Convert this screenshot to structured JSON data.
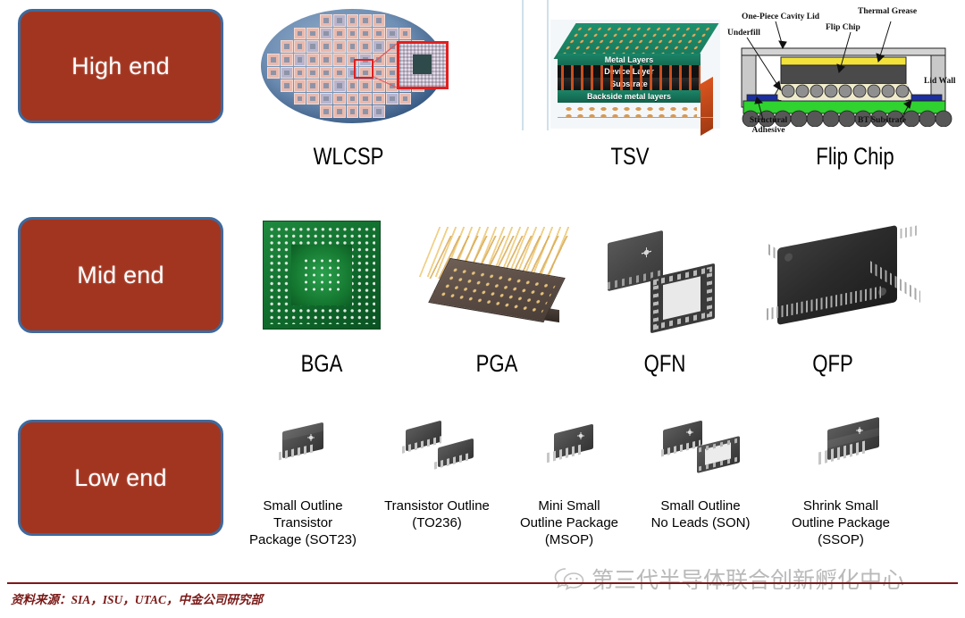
{
  "tiers": [
    {
      "label": "High end"
    },
    {
      "label": "Mid end"
    },
    {
      "label": "Low end"
    }
  ],
  "colors": {
    "tier_fill": "#A23520",
    "tier_border": "#3D6A9E",
    "tier_text": "#FFFFFF",
    "footer_rule": "#7B1A18",
    "source_text": "#7B1A18",
    "roi_box": "#E02020",
    "bga_green": "#14762F",
    "pga_gold": "#E4C07A",
    "flipchip_substrate_green": "#2FD22F",
    "flipchip_grease_yellow": "#F2E23A",
    "watermark": "#B6B6B6"
  },
  "rows": {
    "high_end": {
      "captions": [
        {
          "name": "wlcsp",
          "label": "WLCSP"
        },
        {
          "name": "tsv",
          "label": "TSV"
        },
        {
          "name": "flipchip",
          "label": "Flip Chip"
        }
      ]
    },
    "mid_end": {
      "captions": [
        {
          "name": "bga",
          "label": "BGA"
        },
        {
          "name": "pga",
          "label": "PGA"
        },
        {
          "name": "qfn",
          "label": "QFN"
        },
        {
          "name": "qfp",
          "label": "QFP"
        }
      ]
    },
    "low_end": {
      "captions": [
        {
          "name": "sot23",
          "label": "Small Outline Transistor Package (SOT23)"
        },
        {
          "name": "to236",
          "label": "Transistor Outline (TO236)"
        },
        {
          "name": "msop",
          "label": "Mini Small Outline Package (MSOP)"
        },
        {
          "name": "son",
          "label": "Small Outline No Leads (SON)"
        },
        {
          "name": "ssop",
          "label": "Shrink Small Outline Package (SSOP)"
        }
      ]
    }
  },
  "tsv_diagram": {
    "layers": [
      "Metal Layers",
      "Device Layer",
      "Substrate",
      "Backside metal layers"
    ]
  },
  "flipchip_diagram": {
    "labels": {
      "lid": "One-Piece Cavity Lid",
      "grease": "Thermal Grease",
      "chip": "Flip Chip",
      "underfill": "Underfill",
      "lid_wall": "Lid Wall",
      "adhesive": "Structural\nAdhesive",
      "adhesive_l1": "Structural",
      "adhesive_l2": "Adhesive",
      "substrate": "BT Substrate"
    }
  },
  "footer": {
    "source": "资料来源：SIA，ISU，UTAC，中金公司研究部"
  },
  "watermark": {
    "text": "第三代半导体联合创新孵化中心",
    "icon": "wechat-icon"
  }
}
